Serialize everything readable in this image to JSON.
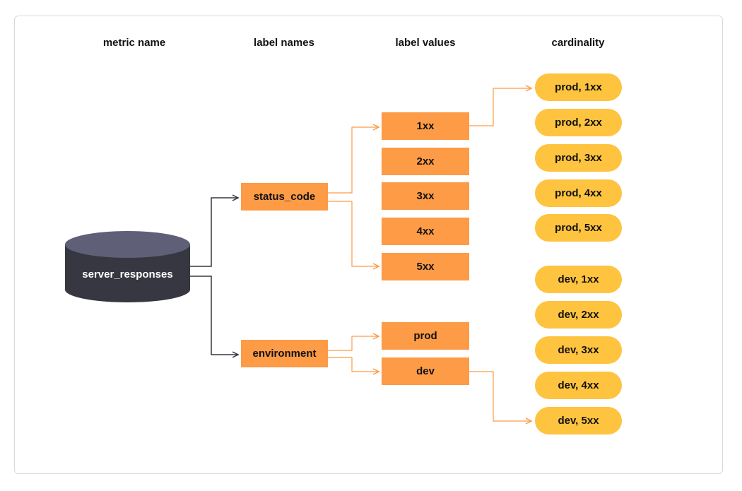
{
  "headers": {
    "metric_name": "metric name",
    "label_names": "label names",
    "label_values": "label values",
    "cardinality": "cardinality"
  },
  "metric": {
    "name": "server_responses"
  },
  "label_names": [
    "status_code",
    "environment"
  ],
  "label_values": {
    "status_code": [
      "1xx",
      "2xx",
      "3xx",
      "4xx",
      "5xx"
    ],
    "environment": [
      "prod",
      "dev"
    ]
  },
  "cardinality": {
    "prod": [
      "prod, 1xx",
      "prod, 2xx",
      "prod, 3xx",
      "prod, 4xx",
      "prod, 5xx"
    ],
    "dev": [
      "dev, 1xx",
      "dev, 2xx",
      "dev, 3xx",
      "dev, 4xx",
      "dev, 5xx"
    ]
  },
  "colors": {
    "database": "#5f5f78",
    "database_body": "#373741",
    "label_box": "#fd9b47",
    "cardinality_pill": "#fec33f",
    "arrow_dark": "#373741",
    "arrow_orange": "#fd9b47"
  }
}
